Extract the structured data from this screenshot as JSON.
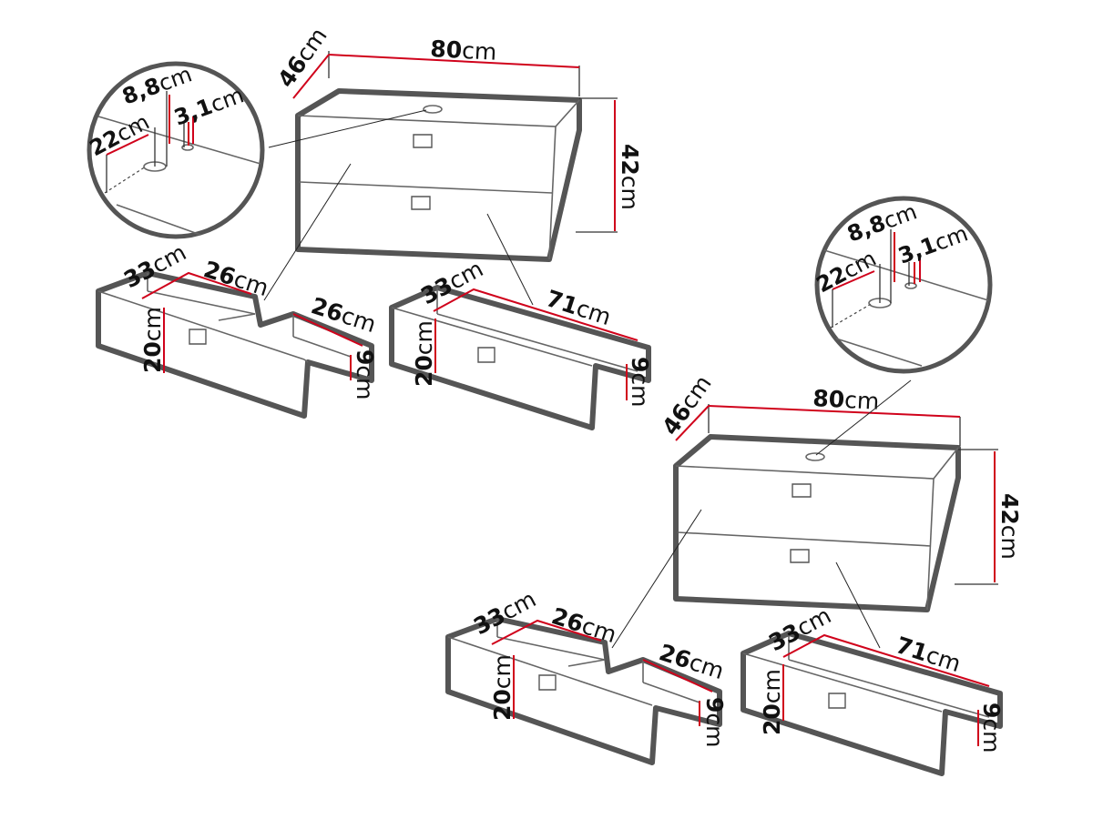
{
  "dimensions": {
    "width": {
      "value": "80",
      "unit": "cm"
    },
    "depth": {
      "value": "46",
      "unit": "cm"
    },
    "height": {
      "value": "42",
      "unit": "cm"
    },
    "drawer_depth": {
      "value": "33",
      "unit": "cm"
    },
    "split_width": {
      "value": "26",
      "unit": "cm"
    },
    "drawer_height": {
      "value": "20",
      "unit": "cm"
    },
    "drawer_inner": {
      "value": "9",
      "unit": "cm"
    },
    "drawer_width": {
      "value": "71",
      "unit": "cm"
    },
    "hole_back": {
      "value": "8,8",
      "unit": "cm"
    },
    "hole_side": {
      "value": "3,1",
      "unit": "cm"
    },
    "hole_front": {
      "value": "22",
      "unit": "cm"
    }
  },
  "colors": {
    "outline": "#555555",
    "dimension_line": "#d0021b",
    "text": "#111111"
  }
}
